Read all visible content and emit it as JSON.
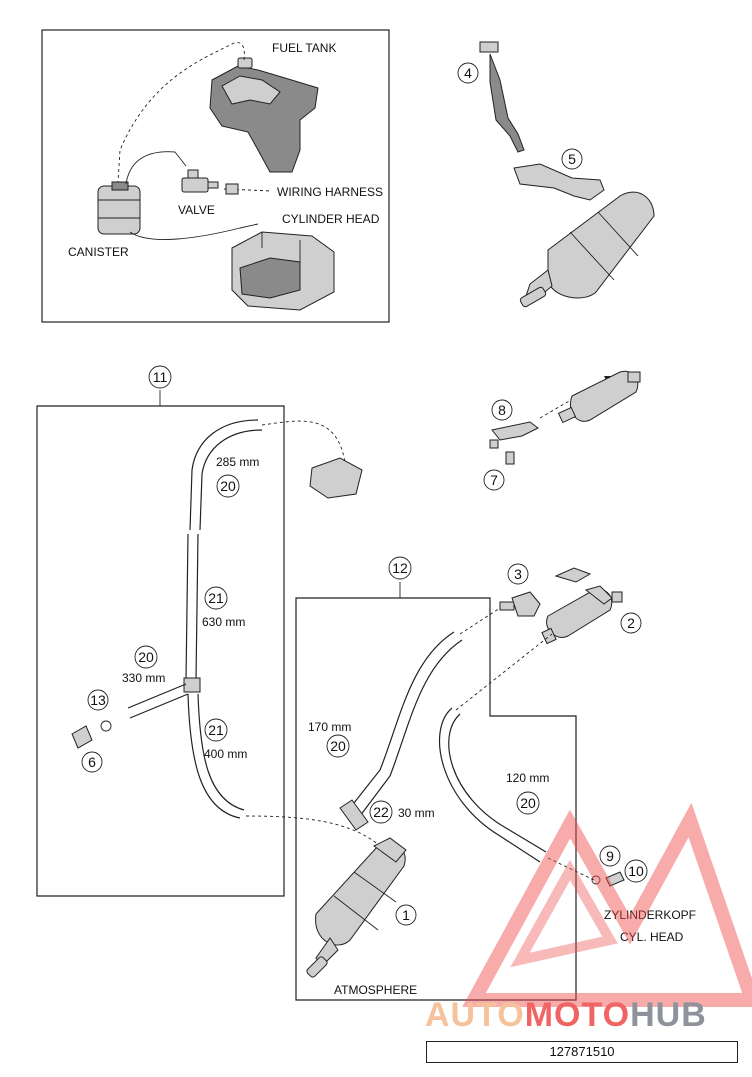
{
  "inset": {
    "fuel_tank": "FUEL TANK",
    "wiring_harness": "WIRING HARNESS",
    "valve": "VALVE",
    "cylinder_head": "CYLINDER HEAD",
    "canister": "CANISTER"
  },
  "callouts": {
    "c1": "1",
    "c2": "2",
    "c3": "3",
    "c4": "4",
    "c5": "5",
    "c6": "6",
    "c7": "7",
    "c8": "8",
    "c9": "9",
    "c10": "10",
    "c11": "11",
    "c12": "12",
    "c13": "13",
    "c20": "20",
    "c21": "21",
    "c22": "22"
  },
  "lengths": {
    "l285": "285 mm",
    "l630": "630 mm",
    "l330": "330 mm",
    "l400": "400 mm",
    "l170": "170 mm",
    "l30": "30 mm",
    "l120": "120 mm"
  },
  "labels": {
    "zylinderkopf": "ZYLINDERKOPF",
    "cyl_head": "CYL. HEAD",
    "atmosphere": "ATMOSPHERE"
  },
  "watermark": {
    "part1": "AUTO",
    "part2": "MOTO",
    "part3": "HUB",
    "color_light": "#f5b88a",
    "color_red": "#ee4a4a",
    "color_dark": "#7a7f8a"
  },
  "reference_number": "127871510"
}
